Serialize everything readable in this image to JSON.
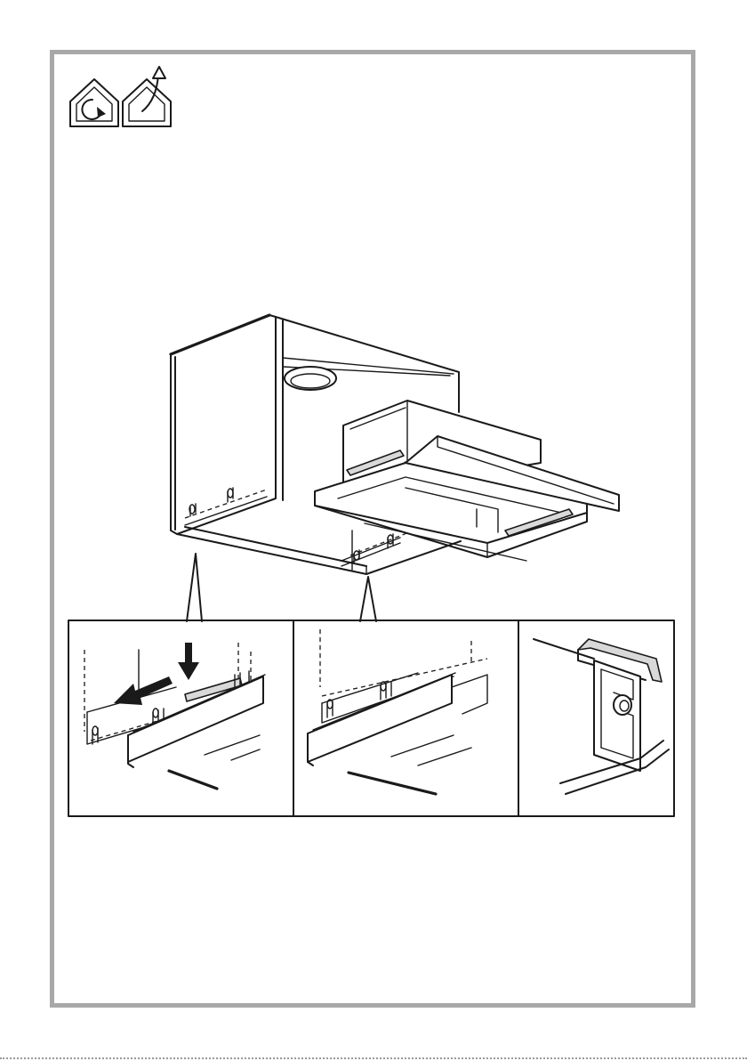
{
  "icons": {
    "recirculation": "recirculation-mode-icon",
    "extraction": "extraction-mode-icon"
  },
  "colors": {
    "frame": "#a8a8a8",
    "line": "#1a1a1a",
    "shade": "#d9d9d9",
    "background": "#ffffff"
  },
  "detail_panels": [
    "bracket-slide-in",
    "bracket-fitted",
    "bracket-hook-closeup"
  ]
}
